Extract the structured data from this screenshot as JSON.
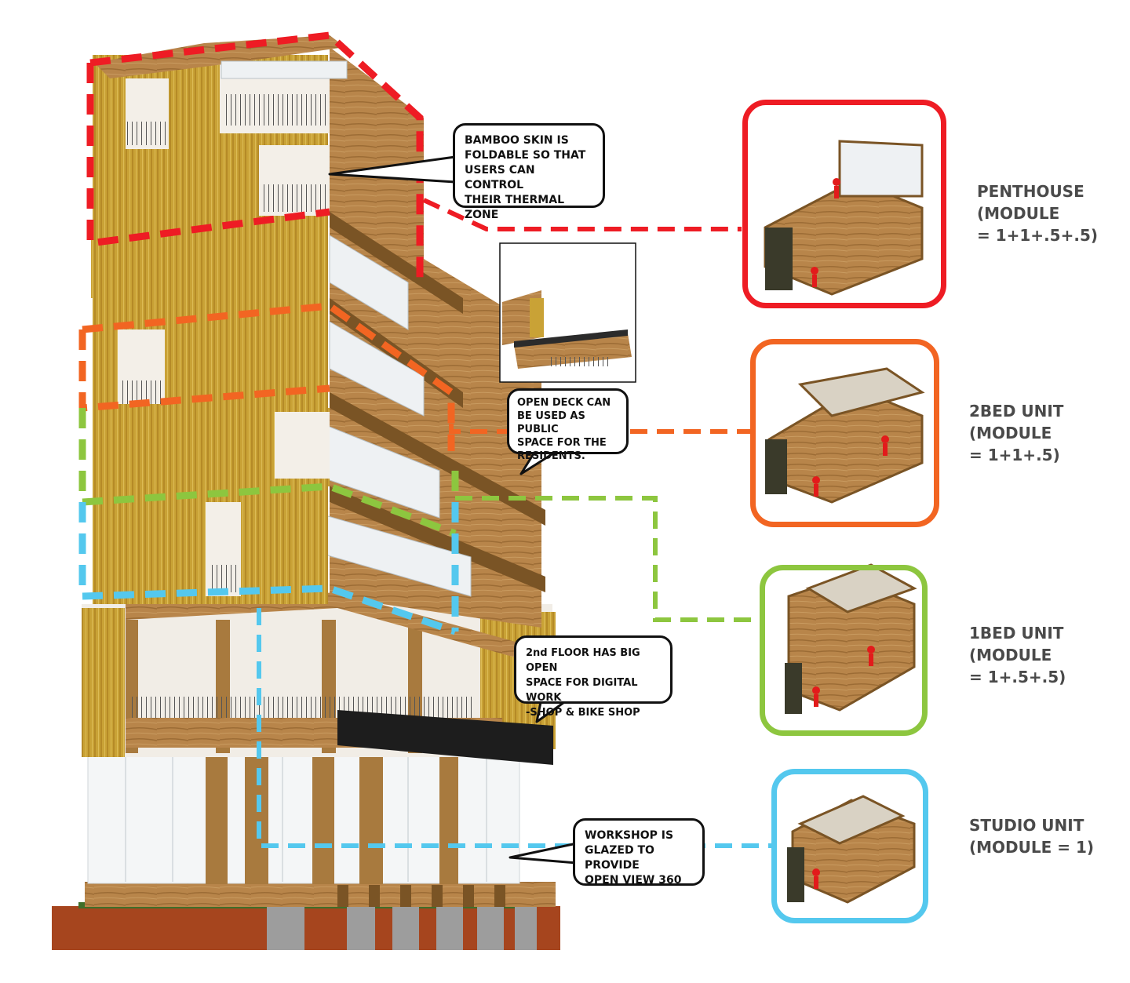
{
  "callouts": {
    "bamboo": "BAMBOO SKIN IS\nFOLDABLE SO THAT\nUSERS CAN CONTROL\nTHEIR THERMAL ZONE",
    "deck": "OPEN DECK CAN\nBE USED AS PUBLIC\nSPACE FOR  THE\nRESIDENTS.",
    "second_floor": "2nd FLOOR HAS BIG OPEN\nSPACE FOR DIGITAL WORK\n-SHOP & BIKE SHOP",
    "workshop": "WORKSHOP IS\nGLAZED TO PROVIDE\nOPEN VIEW 360"
  },
  "units": [
    {
      "label": "PENTHOUSE\n(MODULE\n= 1+1+.5+.5)",
      "color": "#ee1c24"
    },
    {
      "label": "2BED UNIT\n(MODULE\n= 1+1+.5)",
      "color": "#f26522"
    },
    {
      "label": "1BED UNIT\n(MODULE\n= 1+.5+.5)",
      "color": "#8dc63f"
    },
    {
      "label": "STUDIO UNIT\n(MODULE = 1)",
      "color": "#54c8ee"
    }
  ],
  "colors": {
    "bamboo": "#c9a236",
    "timber": "#a87a3e",
    "dark_timber": "#7a5425",
    "soil": "#a6451e",
    "callout_border": "#111111",
    "label_text": "#4a4a4a"
  }
}
